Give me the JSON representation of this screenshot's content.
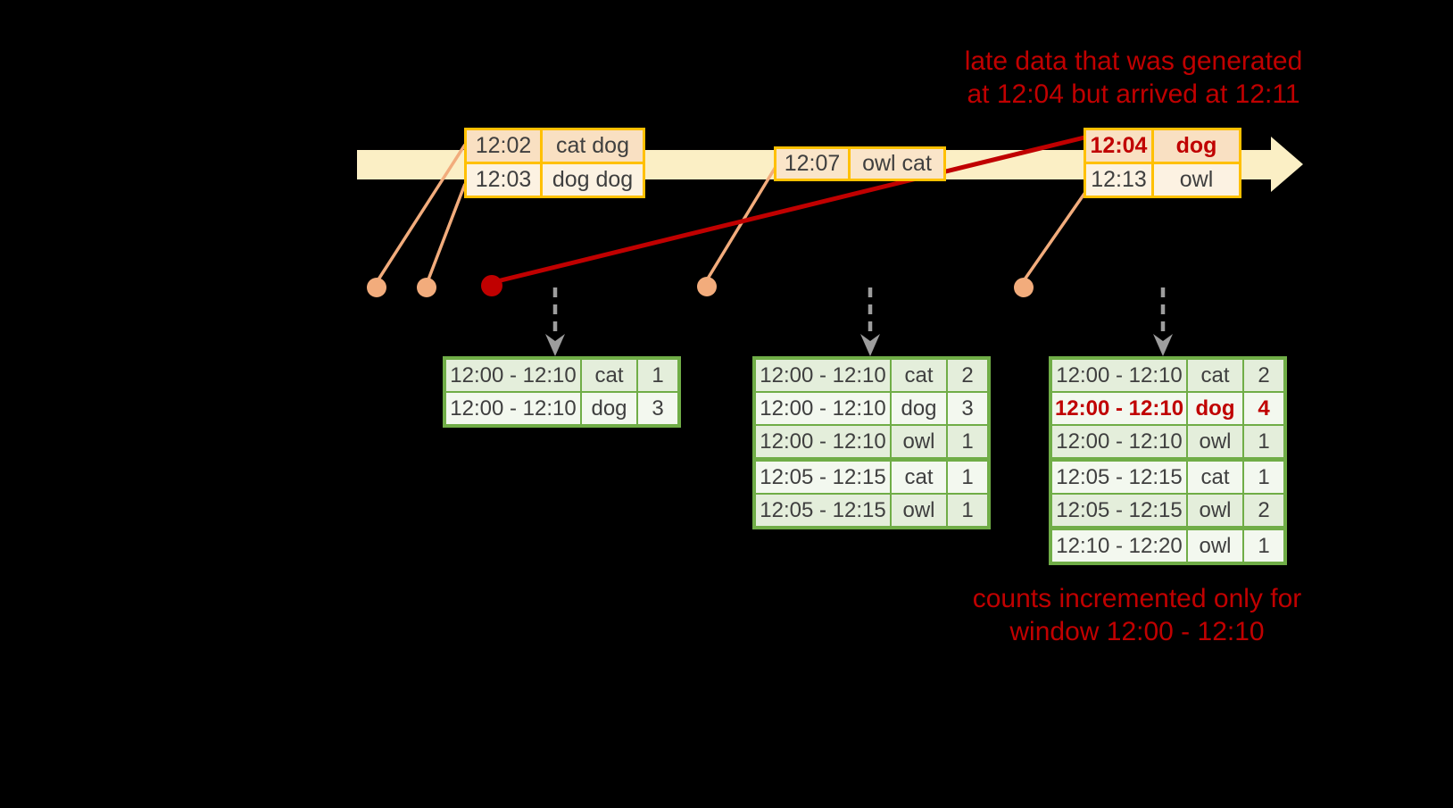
{
  "annotations": {
    "late_line1": "late data that was generated",
    "late_line2": "at 12:04 but arrived at 12:11",
    "counts_line1": "counts incremented only for",
    "counts_line2": "window 12:00 - 12:10"
  },
  "timeline": {
    "direction": "left-to-right",
    "events": [
      {
        "time": "12:02",
        "words": "cat dog",
        "late": false
      },
      {
        "time": "12:03",
        "words": "dog dog",
        "late": false
      },
      {
        "time": "12:07",
        "words": "owl cat",
        "late": false
      },
      {
        "time": "12:04",
        "words": "dog",
        "late": true
      },
      {
        "time": "12:13",
        "words": "owl",
        "late": false
      }
    ]
  },
  "result_tables": [
    {
      "rows": [
        {
          "window": "12:00 - 12:10",
          "word": "cat",
          "count": "1",
          "highlight": false
        },
        {
          "window": "12:00 - 12:10",
          "word": "dog",
          "count": "3",
          "highlight": false
        }
      ]
    },
    {
      "rows": [
        {
          "window": "12:00 - 12:10",
          "word": "cat",
          "count": "2",
          "highlight": false
        },
        {
          "window": "12:00 - 12:10",
          "word": "dog",
          "count": "3",
          "highlight": false
        },
        {
          "window": "12:00 - 12:10",
          "word": "owl",
          "count": "1",
          "highlight": false
        },
        {
          "window": "12:05 - 12:15",
          "word": "cat",
          "count": "1",
          "highlight": false
        },
        {
          "window": "12:05 - 12:15",
          "word": "owl",
          "count": "1",
          "highlight": false
        }
      ]
    },
    {
      "rows": [
        {
          "window": "12:00 - 12:10",
          "word": "cat",
          "count": "2",
          "highlight": false
        },
        {
          "window": "12:00 - 12:10",
          "word": "dog",
          "count": "4",
          "highlight": true
        },
        {
          "window": "12:00 - 12:10",
          "word": "owl",
          "count": "1",
          "highlight": false
        },
        {
          "window": "12:05 - 12:15",
          "word": "cat",
          "count": "1",
          "highlight": false
        },
        {
          "window": "12:05 - 12:15",
          "word": "owl",
          "count": "2",
          "highlight": false
        },
        {
          "window": "12:10 - 12:20",
          "word": "owl",
          "count": "1",
          "highlight": false
        }
      ]
    }
  ],
  "colors": {
    "late_red": "#C00000",
    "event_border_gold": "#FFC000",
    "timeline_band": "#FBEFC5",
    "connector_salmon": "#F2AC7C",
    "table_border_green": "#70AD47",
    "table_row_green_dark": "#E4EEDB",
    "table_row_green_light": "#F3F8EF",
    "trigger_arrow_gray": "#9D9D9D",
    "background": "#000000"
  }
}
